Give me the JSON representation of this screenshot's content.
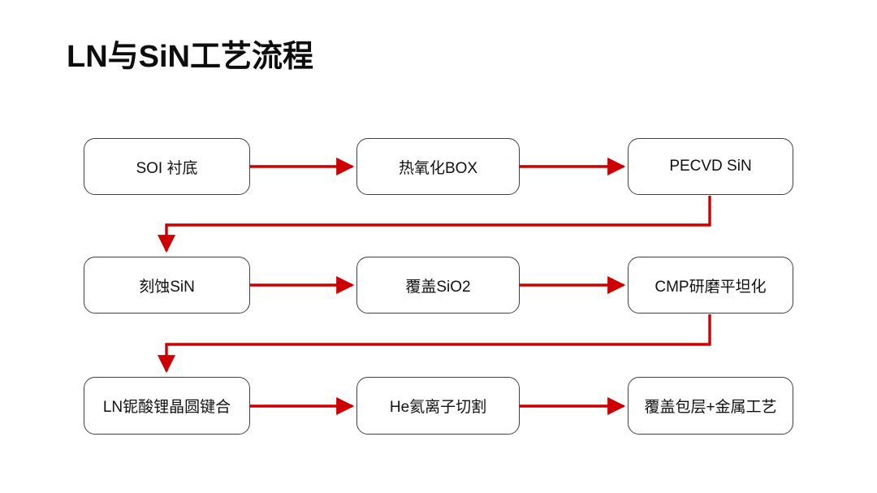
{
  "page": {
    "title": "LN与SiN工艺流程",
    "background_color": "#ffffff",
    "accent_color": "#cc0000",
    "node_border_color": "#404040",
    "text_color": "#111111"
  },
  "flowchart": {
    "type": "process-flow",
    "direction": "serpentine-left-to-right",
    "rows": 3,
    "columns": 3,
    "nodes": [
      {
        "id": "n1",
        "label": "SOI 衬底",
        "row": 1,
        "col": 1
      },
      {
        "id": "n2",
        "label": "热氧化BOX",
        "row": 1,
        "col": 2
      },
      {
        "id": "n3",
        "label": "PECVD SiN",
        "row": 1,
        "col": 3
      },
      {
        "id": "n4",
        "label": "刻蚀SiN",
        "row": 2,
        "col": 1
      },
      {
        "id": "n5",
        "label": "覆盖SiO2",
        "row": 2,
        "col": 2
      },
      {
        "id": "n6",
        "label": "CMP研磨平坦化",
        "row": 2,
        "col": 3
      },
      {
        "id": "n7",
        "label": "LN铌酸锂晶圆键合",
        "row": 3,
        "col": 1
      },
      {
        "id": "n8",
        "label": "He氦离子切割",
        "row": 3,
        "col": 2
      },
      {
        "id": "n9",
        "label": "覆盖包层+金属工艺",
        "row": 3,
        "col": 3
      }
    ],
    "edges": [
      {
        "from": "n1",
        "to": "n2",
        "style": "straight-right"
      },
      {
        "from": "n2",
        "to": "n3",
        "style": "straight-right"
      },
      {
        "from": "n3",
        "to": "n4",
        "style": "elbow-down-left"
      },
      {
        "from": "n4",
        "to": "n5",
        "style": "straight-right"
      },
      {
        "from": "n5",
        "to": "n6",
        "style": "straight-right"
      },
      {
        "from": "n6",
        "to": "n7",
        "style": "elbow-down-left"
      },
      {
        "from": "n7",
        "to": "n8",
        "style": "straight-right"
      },
      {
        "from": "n8",
        "to": "n9",
        "style": "straight-right"
      }
    ]
  }
}
